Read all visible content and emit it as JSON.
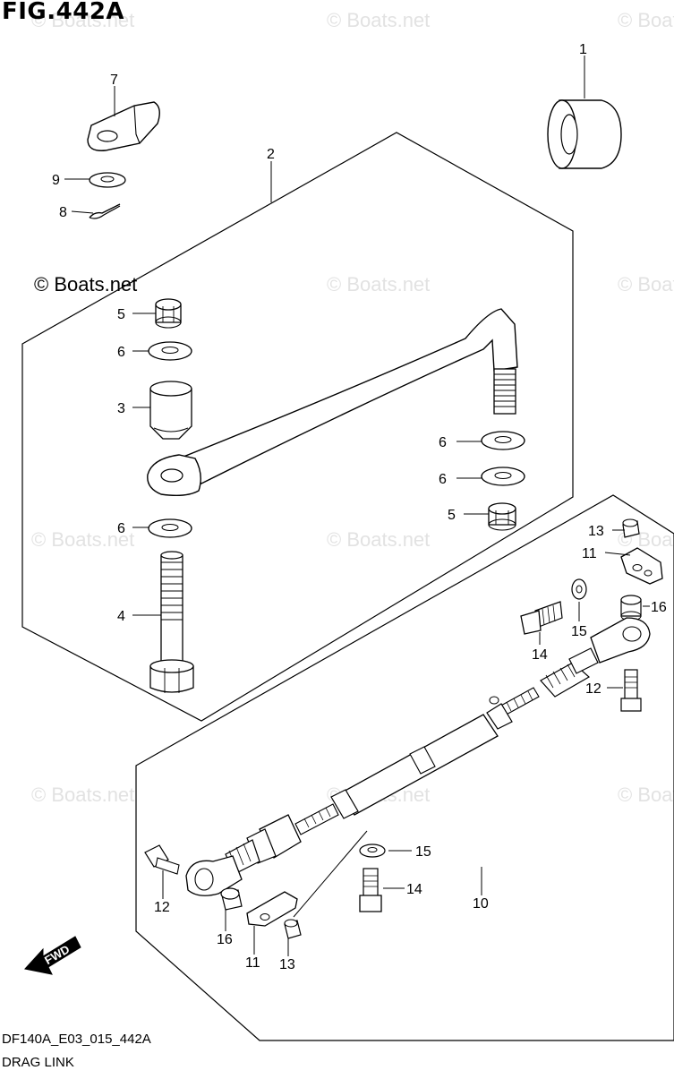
{
  "figure": {
    "title": "FIG.442A",
    "drawing_code": "DF140A_E03_015_442A",
    "name": "DRAG LINK"
  },
  "watermark": "© Boats.net",
  "fwd_label": "FWD",
  "callouts": [
    {
      "id": "c1",
      "label": "1"
    },
    {
      "id": "c2",
      "label": "2"
    },
    {
      "id": "c7",
      "label": "7"
    },
    {
      "id": "c9",
      "label": "9"
    },
    {
      "id": "c8",
      "label": "8"
    },
    {
      "id": "c5a",
      "label": "5"
    },
    {
      "id": "c6a",
      "label": "6"
    },
    {
      "id": "c3",
      "label": "3"
    },
    {
      "id": "c6b",
      "label": "6"
    },
    {
      "id": "c6c",
      "label": "6"
    },
    {
      "id": "c6d",
      "label": "6"
    },
    {
      "id": "c5b",
      "label": "5"
    },
    {
      "id": "c4",
      "label": "4"
    },
    {
      "id": "c13a",
      "label": "13"
    },
    {
      "id": "c11a",
      "label": "11"
    },
    {
      "id": "c16a",
      "label": "16"
    },
    {
      "id": "c15a",
      "label": "15"
    },
    {
      "id": "c14a",
      "label": "14"
    },
    {
      "id": "c12a",
      "label": "12"
    },
    {
      "id": "c15b",
      "label": "15"
    },
    {
      "id": "c14b",
      "label": "14"
    },
    {
      "id": "c10",
      "label": "10"
    },
    {
      "id": "c12b",
      "label": "12"
    },
    {
      "id": "c16b",
      "label": "16"
    },
    {
      "id": "c11b",
      "label": "11"
    },
    {
      "id": "c13b",
      "label": "13"
    }
  ]
}
